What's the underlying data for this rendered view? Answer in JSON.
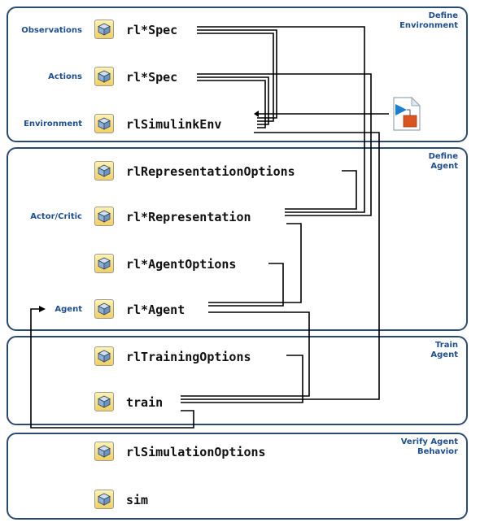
{
  "sections": [
    {
      "id": "env",
      "title": "Define\nEnvironment"
    },
    {
      "id": "agent",
      "title": "Define\nAgent"
    },
    {
      "id": "train",
      "title": "Train\nAgent"
    },
    {
      "id": "verify",
      "title": "Verify Agent\nBehavior"
    }
  ],
  "labels": {
    "observations": "Observations",
    "actions": "Actions",
    "environment": "Environment",
    "actor_critic": "Actor/Critic",
    "agent": "Agent"
  },
  "functions": {
    "obs_spec": "rl*Spec",
    "act_spec": "rl*Spec",
    "simulink_env": "rlSimulinkEnv",
    "rep_options": "rlRepresentationOptions",
    "representation": "rl*Representation",
    "agent_options": "rl*AgentOptions",
    "agent": "rl*Agent",
    "training_options": "rlTrainingOptions",
    "train": "train",
    "sim_options": "rlSimulationOptions",
    "sim": "sim"
  },
  "icons": {
    "function_block": "cube-icon",
    "simulink_model": "simulink-model-icon"
  },
  "colors": {
    "frame": "#2b4a73",
    "label": "#1f4f8f",
    "icon_bg": "#f6e07a"
  }
}
